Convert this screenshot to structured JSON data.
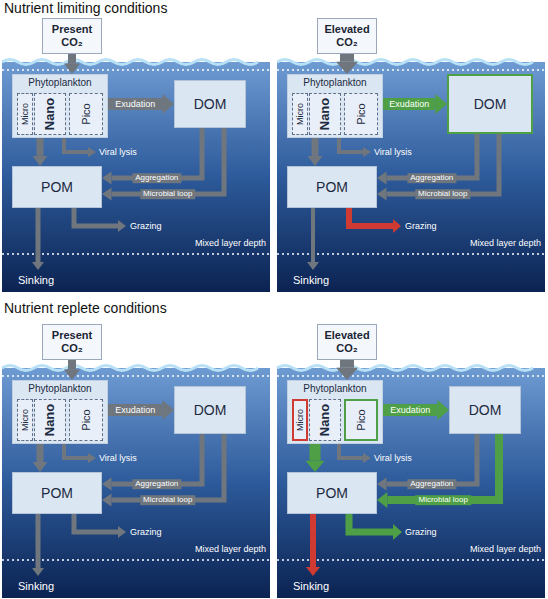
{
  "diagram": {
    "nodes": [
      {
        "text": [
          "Present CO₂"
        ]
      },
      {
        "text": [
          "Phytoplankton"
        ]
      },
      {
        "text": [
          "Micro"
        ],
        "in": 1
      },
      {
        "text": [
          "Nano"
        ],
        "in": 1
      },
      {
        "text": [
          "Pico"
        ],
        "in": 1
      },
      {
        "text": [
          "DOM"
        ]
      },
      {
        "text": [
          "POM"
        ]
      },
      {
        "text": [
          "Elevated CO₂"
        ]
      },
      {
        "text": [
          "Phytoplankton"
        ]
      },
      {
        "text": [
          "Micro"
        ],
        "in": 8
      },
      {
        "text": [
          "Nano"
        ],
        "in": 8
      },
      {
        "text": [
          "Pico"
        ],
        "in": 8
      },
      {
        "text": [
          "DOM"
        ]
      },
      {
        "text": [
          "POM"
        ]
      },
      {
        "text": [
          "Present CO₂"
        ]
      },
      {
        "text": [
          "Phytoplankton"
        ]
      },
      {
        "text": [
          "Micro"
        ],
        "in": 15
      },
      {
        "text": [
          "Nano"
        ],
        "in": 15
      },
      {
        "text": [
          "Pico"
        ],
        "in": 15
      },
      {
        "text": [
          "DOM"
        ]
      },
      {
        "text": [
          "POM"
        ]
      },
      {
        "text": [
          "Elevated CO₂"
        ]
      },
      {
        "text": [
          "Phytoplankton"
        ]
      },
      {
        "text": [
          "Micro"
        ],
        "in": 22
      },
      {
        "text": [
          "Nano"
        ],
        "in": 22
      },
      {
        "text": [
          "Pico"
        ],
        "in": 22
      },
      {
        "text": [
          "DOM"
        ]
      },
      {
        "text": [
          "POM"
        ]
      }
    ],
    "edges": [
      {
        "from": 0,
        "to": 1,
        "arrow": "to"
      },
      {
        "from": 1,
        "to": 5,
        "label": "Exudation",
        "arrow": "to"
      },
      {
        "from": 1,
        "to": 6,
        "arrow": "to"
      },
      {
        "from": 5,
        "to": 6,
        "label": "Aggregation",
        "arrow": "to"
      },
      {
        "from": 5,
        "to": 6,
        "label": "Microbial loop",
        "arrow": "to"
      },
      {
        "from": 7,
        "to": 8,
        "arrow": "to"
      },
      {
        "from": 8,
        "to": 12,
        "label": "Exudation",
        "arrow": "to"
      },
      {
        "from": 8,
        "to": 13,
        "arrow": "to"
      },
      {
        "from": 12,
        "to": 13,
        "label": "Aggregation",
        "arrow": "to"
      },
      {
        "from": 12,
        "to": 13,
        "label": "Microbial loop",
        "arrow": "to"
      },
      {
        "from": 14,
        "to": 15,
        "arrow": "to"
      },
      {
        "from": 15,
        "to": 19,
        "label": "Exudation",
        "arrow": "to"
      },
      {
        "from": 15,
        "to": 20,
        "arrow": "to"
      },
      {
        "from": 19,
        "to": 20,
        "label": "Aggregation",
        "arrow": "to"
      },
      {
        "from": 19,
        "to": 20,
        "label": "Microbial loop",
        "arrow": "to"
      },
      {
        "from": 21,
        "to": 22,
        "arrow": "to"
      },
      {
        "from": 22,
        "to": 26,
        "label": "Exudation",
        "arrow": "to"
      },
      {
        "from": 22,
        "to": 27,
        "arrow": "to"
      },
      {
        "from": 26,
        "to": 27,
        "label": "Aggregation",
        "arrow": "to"
      },
      {
        "from": 26,
        "to": 27,
        "label": "Microbial loop",
        "arrow": "to"
      }
    ],
    "labels": [
      "Nutrient limiting conditions",
      "Viral lysis",
      "Grazing",
      "Sinking",
      "Mixed layer depth",
      "Viral lysis",
      "Grazing",
      "Sinking",
      "Mixed layer depth",
      "Nutrient replete conditions",
      "Viral lysis",
      "Grazing",
      "Sinking",
      "Mixed layer depth",
      "Viral lysis",
      "Grazing",
      "Sinking",
      "Mixed layer depth"
    ]
  }
}
